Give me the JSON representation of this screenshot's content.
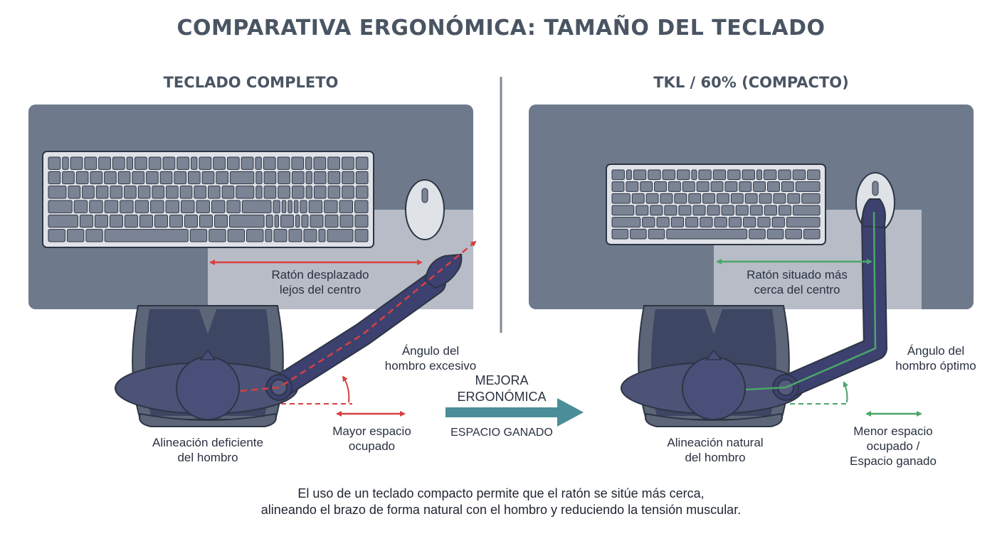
{
  "title": "COMPARATIVA ERGONÓMICA: TAMAÑO DEL TECLADO",
  "left_panel": {
    "title": "TECLADO COMPLETO",
    "mouse_label": [
      "Ratón desplazado",
      "lejos del centro"
    ],
    "angle_label": [
      "Ángulo del",
      "hombro excesivo"
    ],
    "space_label": [
      "Mayor espacio",
      "ocupado"
    ],
    "shoulder_label": [
      "Alineación deficiente",
      "del hombro"
    ]
  },
  "center": {
    "top_label": [
      "MEJORA",
      "ERGONÓMICA"
    ],
    "bottom_label": "ESPACIO GANADO"
  },
  "right_panel": {
    "title": "TKL / 60% (COMPACTO)",
    "mouse_label": [
      "Ratón situado más",
      "cerca del centro"
    ],
    "angle_label": [
      "Ángulo del",
      "hombro óptimo"
    ],
    "space_label": [
      "Menor espacio",
      "ocupado /",
      "Espacio ganado"
    ],
    "shoulder_label": [
      "Alineación natural",
      "del hombro"
    ]
  },
  "footer": [
    "El uso de un teclado compacto permite que el ratón se sitúe más cerca,",
    "alineando el brazo de forma natural con el hombro y reduciendo la tensión muscular."
  ],
  "colors": {
    "desk": "#6e7a8c",
    "mouse_zone": "#b7bcc6",
    "keyboard_body": "#dfe2e7",
    "key": "#7a8494",
    "outline": "#2d3544",
    "chair": "#5d6678",
    "body": "#4d5277",
    "arm": "#3c4170",
    "bad": "#d84040",
    "good": "#4ca66a",
    "arrow": "#4a8f98",
    "divider": "#7d8796"
  }
}
